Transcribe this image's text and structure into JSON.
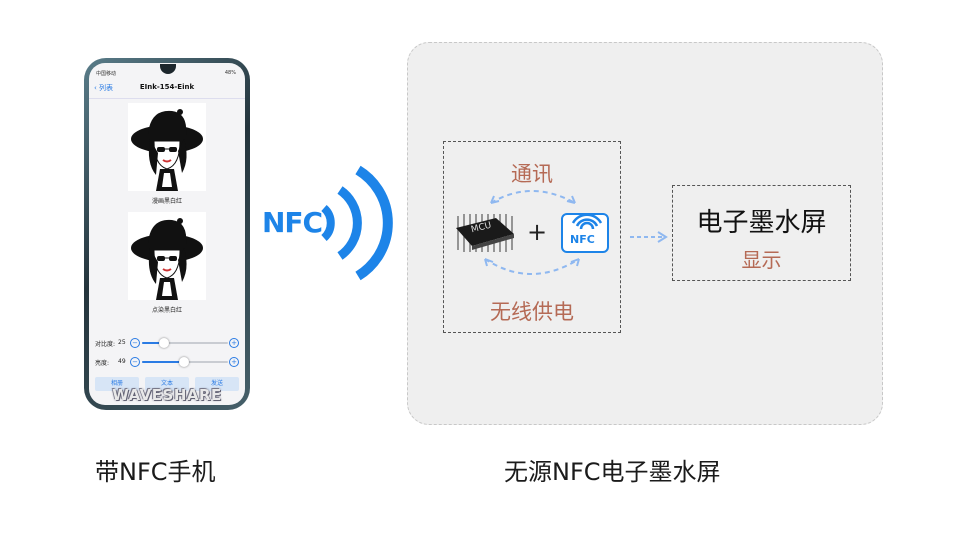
{
  "phone": {
    "status_left": "中国移动",
    "status_right": "48%",
    "nav_back": "列表",
    "nav_title": "EInk-154-Eink",
    "image1_caption": "漫画黑白红",
    "image2_caption": "点染黑白红",
    "contrast_label": "对比度:",
    "contrast_value": "25",
    "contrast_level": 0.25,
    "brightness_label": "亮度:",
    "brightness_value": "49",
    "brightness_level": 0.49,
    "buttons": [
      "相册",
      "文本",
      "发送"
    ],
    "watermark": "WAVESHARE"
  },
  "signal": {
    "nfc_text": "NFC"
  },
  "diagram": {
    "comm_label": "通讯",
    "power_label": "无线供电",
    "mcu_chip_text": "MCU",
    "nfc_chip_text": "NFC",
    "plus": "+",
    "eink_title": "电子墨水屏",
    "eink_subtitle": "显示"
  },
  "captions": {
    "left": "带NFC手机",
    "right": "无源NFC电子墨水屏"
  },
  "colors": {
    "accent_blue": "#1d84e8",
    "label_brown": "#b56a55",
    "panel_bg": "#efefef"
  }
}
